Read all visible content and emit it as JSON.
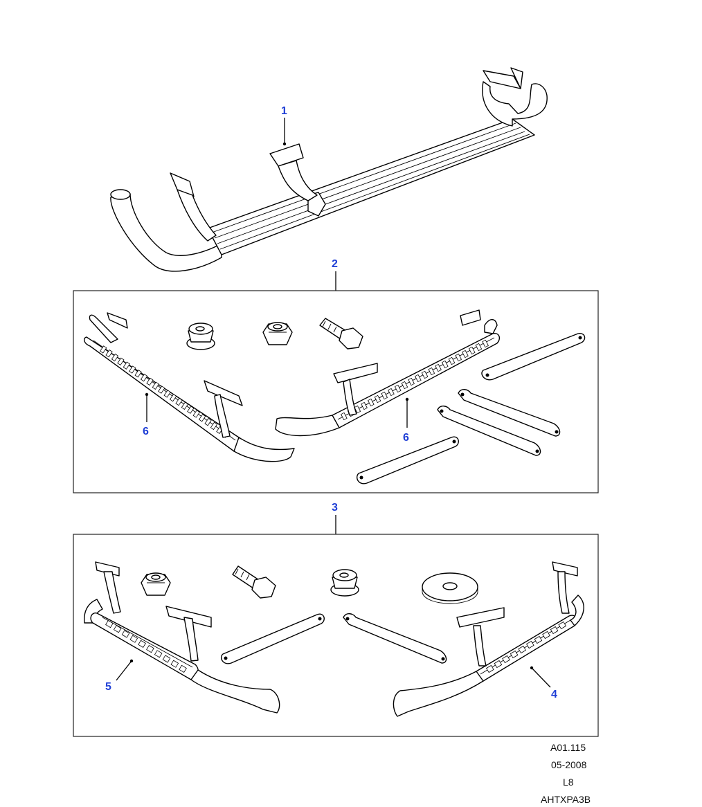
{
  "callouts": {
    "c1": "1",
    "c2": "2",
    "c3": "3",
    "c4": "4",
    "c5": "5",
    "c6a": "6",
    "c6b": "6"
  },
  "caption": {
    "line1": "A01.115",
    "line2": "05-2008",
    "line3": "L8",
    "line4": "AHTXPA3B"
  },
  "colors": {
    "callout": "#1f3fd6",
    "line": "#000000",
    "background": "#ffffff"
  }
}
